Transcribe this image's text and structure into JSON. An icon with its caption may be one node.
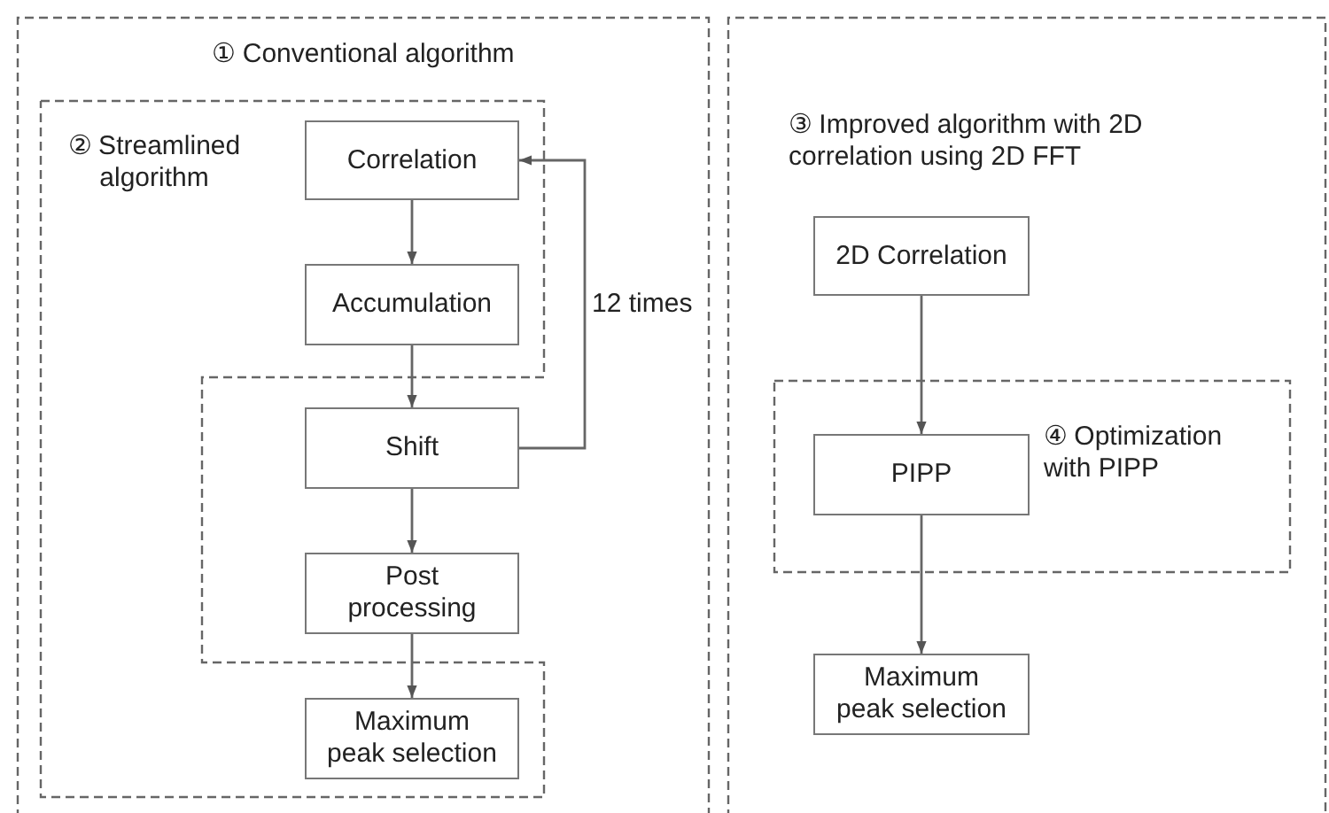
{
  "diagram": {
    "nodes": [
      {
        "text": [
          "① Conventional algorithm"
        ]
      },
      {
        "text": [
          "② Streamlined algorithm"
        ],
        "in": 0
      },
      {
        "text": [
          "Correlation"
        ],
        "in": 1
      },
      {
        "text": [
          "Accumulation"
        ],
        "in": 1
      },
      {
        "text": [
          "Shift"
        ],
        "in": 0
      },
      {
        "text": [
          "Post processing"
        ],
        "in": 0
      },
      {
        "text": [
          "Maximum peak selection"
        ],
        "in": 1
      },
      {
        "text": [
          "③ Improved algorithm with 2D correlation using 2D FFT"
        ]
      },
      {
        "text": [
          "2D Correlation"
        ],
        "in": 7
      },
      {
        "text": [
          "④ Optimization with PIPP"
        ],
        "in": 7
      },
      {
        "text": [
          "PIPP"
        ],
        "in": 9
      },
      {
        "text": [
          "Maximum peak selection"
        ],
        "in": 7
      }
    ],
    "edges": [
      {
        "from": 2,
        "to": 3,
        "arrow": "to"
      },
      {
        "from": 3,
        "to": 4,
        "arrow": "to"
      },
      {
        "from": 4,
        "to": 2,
        "arrow": "to",
        "label": "12 times"
      },
      {
        "from": 4,
        "to": 5,
        "arrow": "to"
      },
      {
        "from": 5,
        "to": 6,
        "arrow": "to"
      },
      {
        "from": 8,
        "to": 10,
        "arrow": "to"
      },
      {
        "from": 10,
        "to": 11,
        "arrow": "to"
      }
    ]
  }
}
